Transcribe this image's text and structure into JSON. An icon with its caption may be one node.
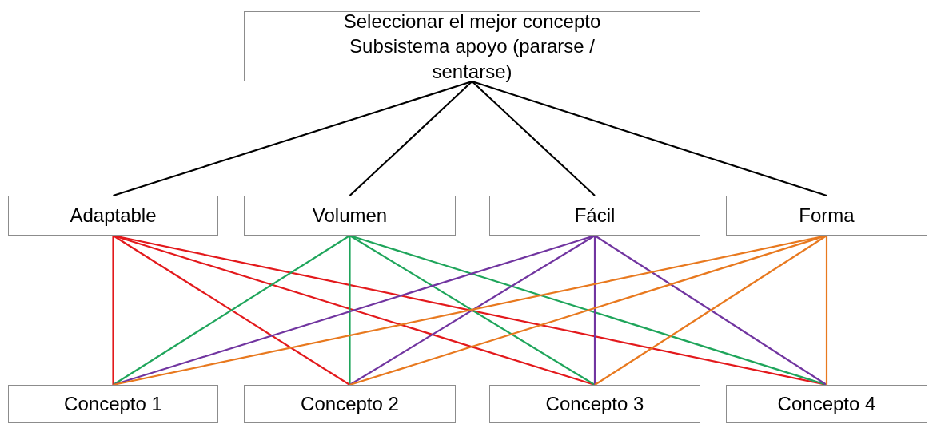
{
  "diagram": {
    "nodes": [
      {
        "text": [
          "Seleccionar el mejor concepto Subsistema apoyo (pararse / sentarse)"
        ]
      },
      {
        "text": [
          "Adaptable"
        ]
      },
      {
        "text": [
          "Volumen"
        ]
      },
      {
        "text": [
          "Fácil"
        ]
      },
      {
        "text": [
          "Forma"
        ]
      },
      {
        "text": [
          "Concepto 1"
        ]
      },
      {
        "text": [
          "Concepto 2"
        ]
      },
      {
        "text": [
          "Concepto 3"
        ]
      },
      {
        "text": [
          "Concepto 4"
        ]
      }
    ],
    "edges": [
      {
        "from": 0,
        "to": 1,
        "arrow": "none"
      },
      {
        "from": 0,
        "to": 2,
        "arrow": "none"
      },
      {
        "from": 0,
        "to": 3,
        "arrow": "none"
      },
      {
        "from": 0,
        "to": 4,
        "arrow": "none"
      },
      {
        "from": 1,
        "to": 5,
        "arrow": "none",
        "color": "#e3191c"
      },
      {
        "from": 1,
        "to": 6,
        "arrow": "none",
        "color": "#e3191c"
      },
      {
        "from": 1,
        "to": 7,
        "arrow": "none",
        "color": "#e3191c"
      },
      {
        "from": 1,
        "to": 8,
        "arrow": "none",
        "color": "#e3191c"
      },
      {
        "from": 2,
        "to": 5,
        "arrow": "none",
        "color": "#1fa55b"
      },
      {
        "from": 2,
        "to": 6,
        "arrow": "none",
        "color": "#1fa55b"
      },
      {
        "from": 2,
        "to": 7,
        "arrow": "none",
        "color": "#1fa55b"
      },
      {
        "from": 2,
        "to": 8,
        "arrow": "none",
        "color": "#1fa55b"
      },
      {
        "from": 3,
        "to": 5,
        "arrow": "none",
        "color": "#7135a0"
      },
      {
        "from": 3,
        "to": 6,
        "arrow": "none",
        "color": "#7135a0"
      },
      {
        "from": 3,
        "to": 7,
        "arrow": "none",
        "color": "#7135a0"
      },
      {
        "from": 3,
        "to": 8,
        "arrow": "none",
        "color": "#7135a0"
      },
      {
        "from": 4,
        "to": 5,
        "arrow": "none",
        "color": "#e8791f"
      },
      {
        "from": 4,
        "to": 6,
        "arrow": "none",
        "color": "#e8791f"
      },
      {
        "from": 4,
        "to": 7,
        "arrow": "none",
        "color": "#e8791f"
      },
      {
        "from": 4,
        "to": 8,
        "arrow": "none",
        "color": "#e8791f"
      }
    ]
  }
}
